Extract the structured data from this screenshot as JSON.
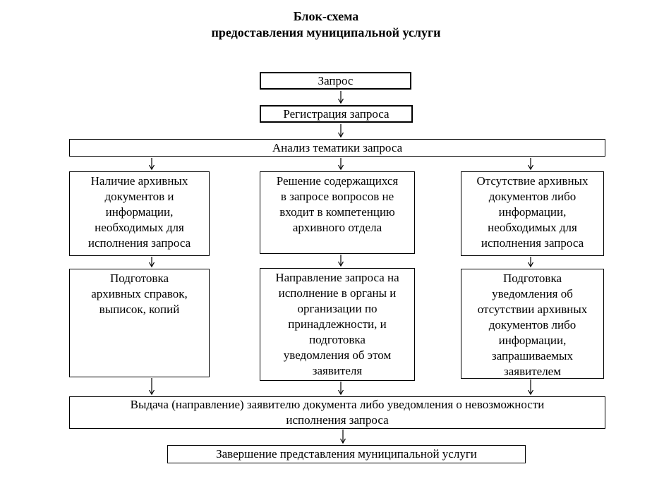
{
  "colors": {
    "background": "#ffffff",
    "line": "#000000",
    "text": "#000000"
  },
  "title": "Блок-схема\nпредоставления муниципальной услуги",
  "nodes": {
    "request": "Запрос",
    "registration": "Регистрация запроса",
    "analysis": "Анализ тематики запроса",
    "documents_available": "Наличие архивных\nдокументов и\nинформации,\nнеобходимых для\nисполнения запроса",
    "outside_competence": "Решение содержащихся\nв запросе вопросов не\nвходит в компетенцию\nархивного отдела",
    "documents_absent": "Отсутствие архивных\nдокументов либо\nинформации,\nнеобходимых для\nисполнения запроса",
    "prepare_copies": "Подготовка\nархивных справок,\nвыписок, копий",
    "forward_request": "Направление запроса на\nисполнение в органы и\nорганизации по\nпринадлежности, и\nподготовка\nуведомления об этом\nзаявителя",
    "prepare_notification": "Подготовка\nуведомления об\nотсутствии  архивных\nдокументов либо\nинформации,\nзапрашиваемых\nзаявителем",
    "issue_document": "Выдача (направление) заявителю документа либо уведомления о невозможности\nисполнения запроса",
    "completion": "Завершение представления муниципальной услуги"
  }
}
